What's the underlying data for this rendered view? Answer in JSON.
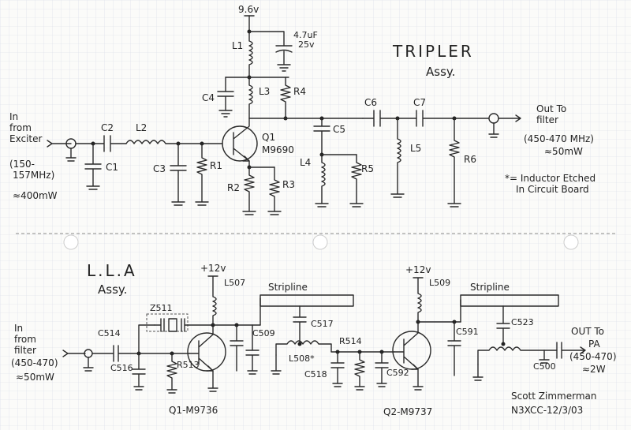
{
  "tripler": {
    "title": "TRIPLER",
    "subtitle": "Assy.",
    "supply": "9.6v",
    "cap_value": "4.7uF",
    "cap_volt": "25v",
    "input_lines": [
      "In",
      "from",
      "Exciter",
      "(150-",
      "157MHz)",
      "≈400mW"
    ],
    "output_lines": [
      "Out To",
      "filter"
    ],
    "output_spec": [
      "(450-470 MHz)",
      "≈50mW"
    ],
    "note_lines": [
      "*= Inductor Etched",
      "In Circuit Board"
    ],
    "labels": {
      "L1": "L1",
      "L2": "L2",
      "L3": "L3",
      "L4": "L4",
      "L5": "L5",
      "C1": "C1",
      "C2": "C2",
      "C3": "C3",
      "C4": "C4",
      "C5": "C5",
      "C6": "C6",
      "C7": "C7",
      "R1": "R1",
      "R2": "R2",
      "R3": "R3",
      "R4": "R4",
      "R5": "R5",
      "R6": "R6",
      "Q1": "Q1",
      "Q1_part": "M9690"
    }
  },
  "lla": {
    "title": "L.L.A",
    "subtitle": "Assy.",
    "supply1": "+12v",
    "supply2": "+12v",
    "stripline1": "Stripline",
    "stripline2": "Stripline",
    "input_lines": [
      "In",
      "from",
      "filter",
      "(450-470)",
      "≈50mW"
    ],
    "output_lines": [
      "OUT To",
      "PA",
      "(450-470)",
      "≈2W"
    ],
    "labels": {
      "Z511": "Z511",
      "C514": "C514",
      "C516": "C516",
      "R513": "R513",
      "L507": "L507",
      "C509": "C509",
      "C517": "C517",
      "L508": "L508*",
      "R514": "R514",
      "C518": "C518",
      "C592": "C592",
      "L509": "L509",
      "C591": "C591",
      "C523": "C523",
      "C500": "C500",
      "Q1": "Q1-M9736",
      "Q2": "Q2-M9737"
    }
  },
  "signature": {
    "name": "Scott Zimmerman",
    "callsign_date": "N3XCC-12/3/03"
  }
}
